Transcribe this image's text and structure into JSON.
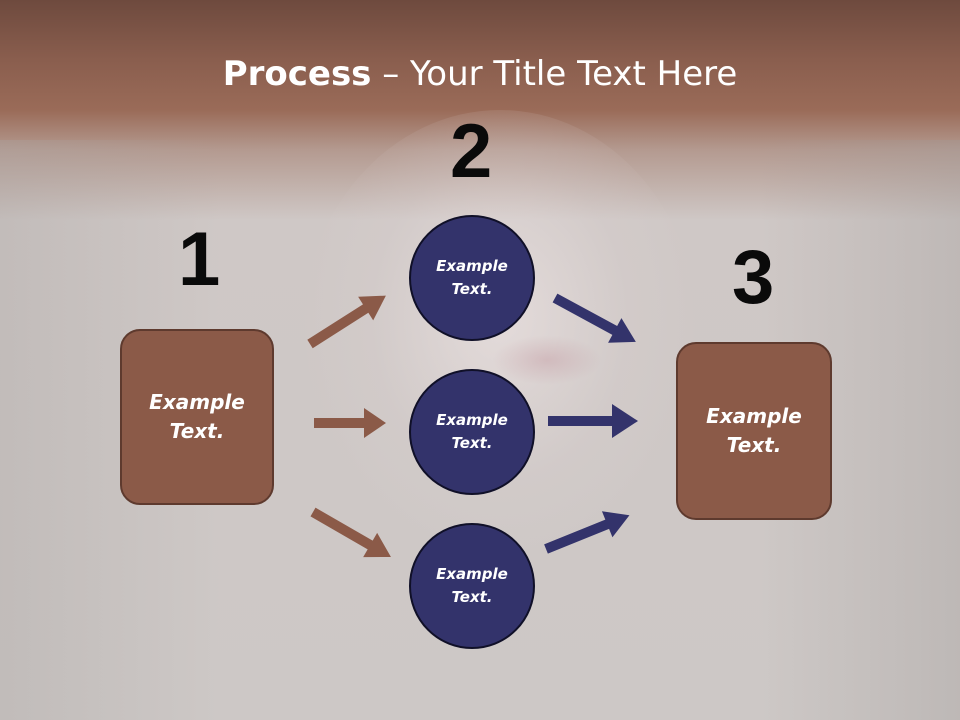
{
  "slide": {
    "title_bold": "Process",
    "title_rest": " – Your Title Text Here"
  },
  "steps": {
    "step1_number": "1",
    "step2_number": "2",
    "step3_number": "3"
  },
  "nodes": {
    "left_box_text": "Example Text.",
    "circle_top_text": "Example Text.",
    "circle_middle_text": "Example Text.",
    "circle_bottom_text": "Example Text.",
    "right_box_text": "Example Text."
  },
  "colors": {
    "box_fill": "#8b5a48",
    "circle_fill": "#33336b",
    "brown_arrow": "#8b5a48",
    "navy_arrow": "#33336b",
    "title_band": "#8a5e4e"
  }
}
